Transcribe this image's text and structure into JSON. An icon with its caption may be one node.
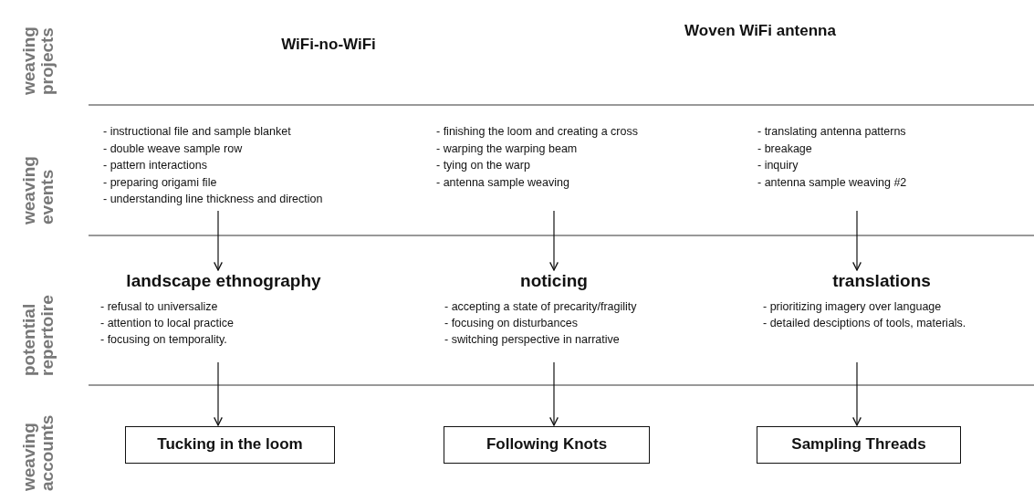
{
  "diagram": {
    "nodes": [
      {
        "text": [
          "- instructional file and sample blanket",
          "- double weave sample row",
          "- pattern interactions",
          "- preparing origami file",
          "- understanding line thickness and direction"
        ]
      },
      {
        "text": [
          "- finishing the loom and creating a cross",
          "- warping the warping beam",
          "- tying on the warp",
          "- antenna sample weaving"
        ]
      },
      {
        "text": [
          "- translating antenna patterns",
          "- breakage",
          "- inquiry",
          "- antenna sample weaving #2"
        ]
      },
      {
        "text": [
          "landscape ethnography",
          "- refusal to universalize",
          "- attention to local practice",
          "- focusing on temporality."
        ]
      },
      {
        "text": [
          "noticing",
          "- accepting a state of precarity/fragility",
          "- focusing on disturbances",
          "- switching perspective in narrative"
        ]
      },
      {
        "text": [
          "translations",
          "- prioritizing imagery over language",
          "- detailed desciptions of tools, materials."
        ]
      },
      {
        "text": [
          "Tucking in the loom"
        ]
      },
      {
        "text": [
          "Following Knots"
        ]
      },
      {
        "text": [
          "Sampling Threads"
        ]
      }
    ],
    "edges": [
      {
        "from": 0,
        "to": 3,
        "arrow": "to"
      },
      {
        "from": 1,
        "to": 4,
        "arrow": "to"
      },
      {
        "from": 2,
        "to": 5,
        "arrow": "to"
      },
      {
        "from": 3,
        "to": 6,
        "arrow": "to"
      },
      {
        "from": 4,
        "to": 7,
        "arrow": "to"
      },
      {
        "from": 5,
        "to": 8,
        "arrow": "to"
      }
    ],
    "labels": [
      "weaving projects",
      "WiFi-no-WiFi",
      "Woven WiFi antenna",
      "weaving events",
      "potential repertoire",
      "weaving accounts"
    ]
  }
}
